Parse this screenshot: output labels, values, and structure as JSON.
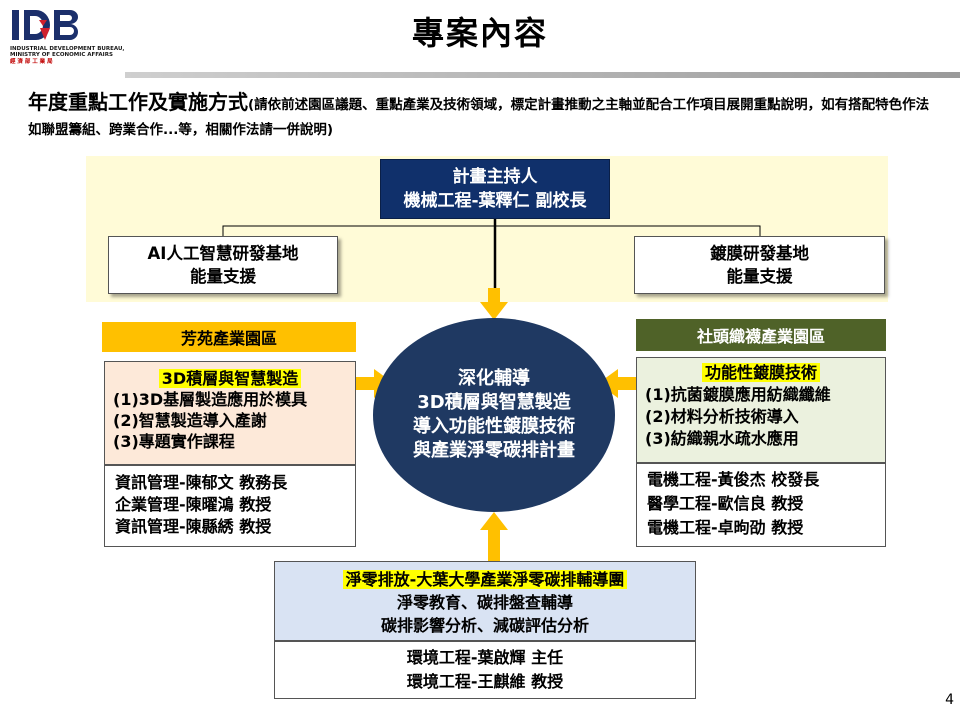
{
  "header": {
    "logo_lines": [
      "INDUSTRIAL DEVELOPMENT BUREAU,",
      "MINISTRY OF ECONOMIC AFFAIRS",
      "經 濟 部 工 業 局"
    ],
    "title": "專案內容"
  },
  "heading": {
    "main": "年度重點工作及實施方式",
    "note": "(請依前述園區議題、重點產業及技術領域，標定計畫推動之主軸並配合工作項目展開重點說明，如有搭配特色作法如聯盟籌組、跨業合作...等，相關作法請一併說明)"
  },
  "diagram": {
    "leader": [
      "計畫主持人",
      "機械工程-葉釋仁 副校長"
    ],
    "capacity_left": [
      "AI人工智慧研發基地",
      "能量支援"
    ],
    "capacity_right": [
      "鍍膜研發基地",
      "能量支援"
    ],
    "hub": [
      "深化輔導",
      "3D積層與智慧製造",
      "導入功能性鍍膜技術",
      "與產業淨零碳排計畫"
    ],
    "left": {
      "park": "芳苑產業園區",
      "tech_title": "3D積層與智慧製造",
      "tech_items": [
        "(1)3D基層製造應用於模具",
        "(2)智慧製造導入產謝",
        "(3)專題實作課程"
      ],
      "people": [
        "資訊管理-陳郁文 教務長",
        "企業管理-陳曜鴻 教授",
        "資訊管理-陳縣綉 教授"
      ]
    },
    "right": {
      "park": "社頭織襪產業園區",
      "tech_title": "功能性鍍膜技術",
      "tech_items": [
        "(1)抗菌鍍膜應用紡織纖維",
        "(2)材料分析技術導入",
        "(3)紡織親水疏水應用"
      ],
      "people": [
        "電機工程-黃俊杰 校發長",
        "醫學工程-歐信良 教授",
        "電機工程-卓昫劭 教授"
      ]
    },
    "bottom": {
      "tech_title": "淨零排放-大葉大學產業淨零碳排輔導團",
      "tech_items": [
        "淨零教育、碳排盤查輔導",
        "碳排影響分析、減碳評估分析"
      ],
      "people": [
        "環境工程-葉啟輝 主任",
        "環境工程-王麒維 教授"
      ]
    }
  },
  "colors": {
    "navy": "#10306b",
    "hub": "#1f3962",
    "arrow": "#ffc000",
    "park_right": "#4f6228",
    "band": "#fffbd7",
    "highlight": "#ffff00"
  },
  "page_number": "4"
}
